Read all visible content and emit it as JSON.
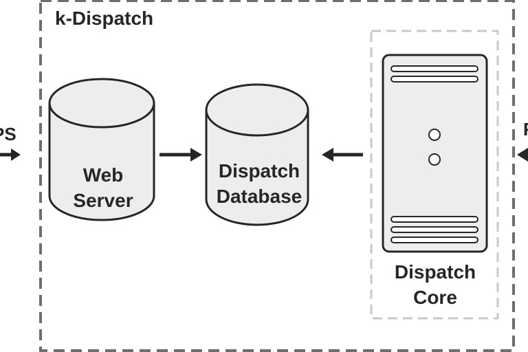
{
  "outer_box": {
    "title": "k-Dispatch"
  },
  "left_edge_label": "PS",
  "right_edge_label": "F",
  "web_server": {
    "line1": "Web",
    "line2": "Server"
  },
  "dispatch_database": {
    "line1": "Dispatch",
    "line2": "Database"
  },
  "dispatch_core": {
    "line1": "Dispatch",
    "line2": "Core"
  },
  "colors": {
    "outline": "#262626",
    "outer_dash": "#6e6e6e",
    "inner_dash": "#c8c8c8",
    "shape_fill": "#ededed",
    "background": "#ffffff"
  }
}
